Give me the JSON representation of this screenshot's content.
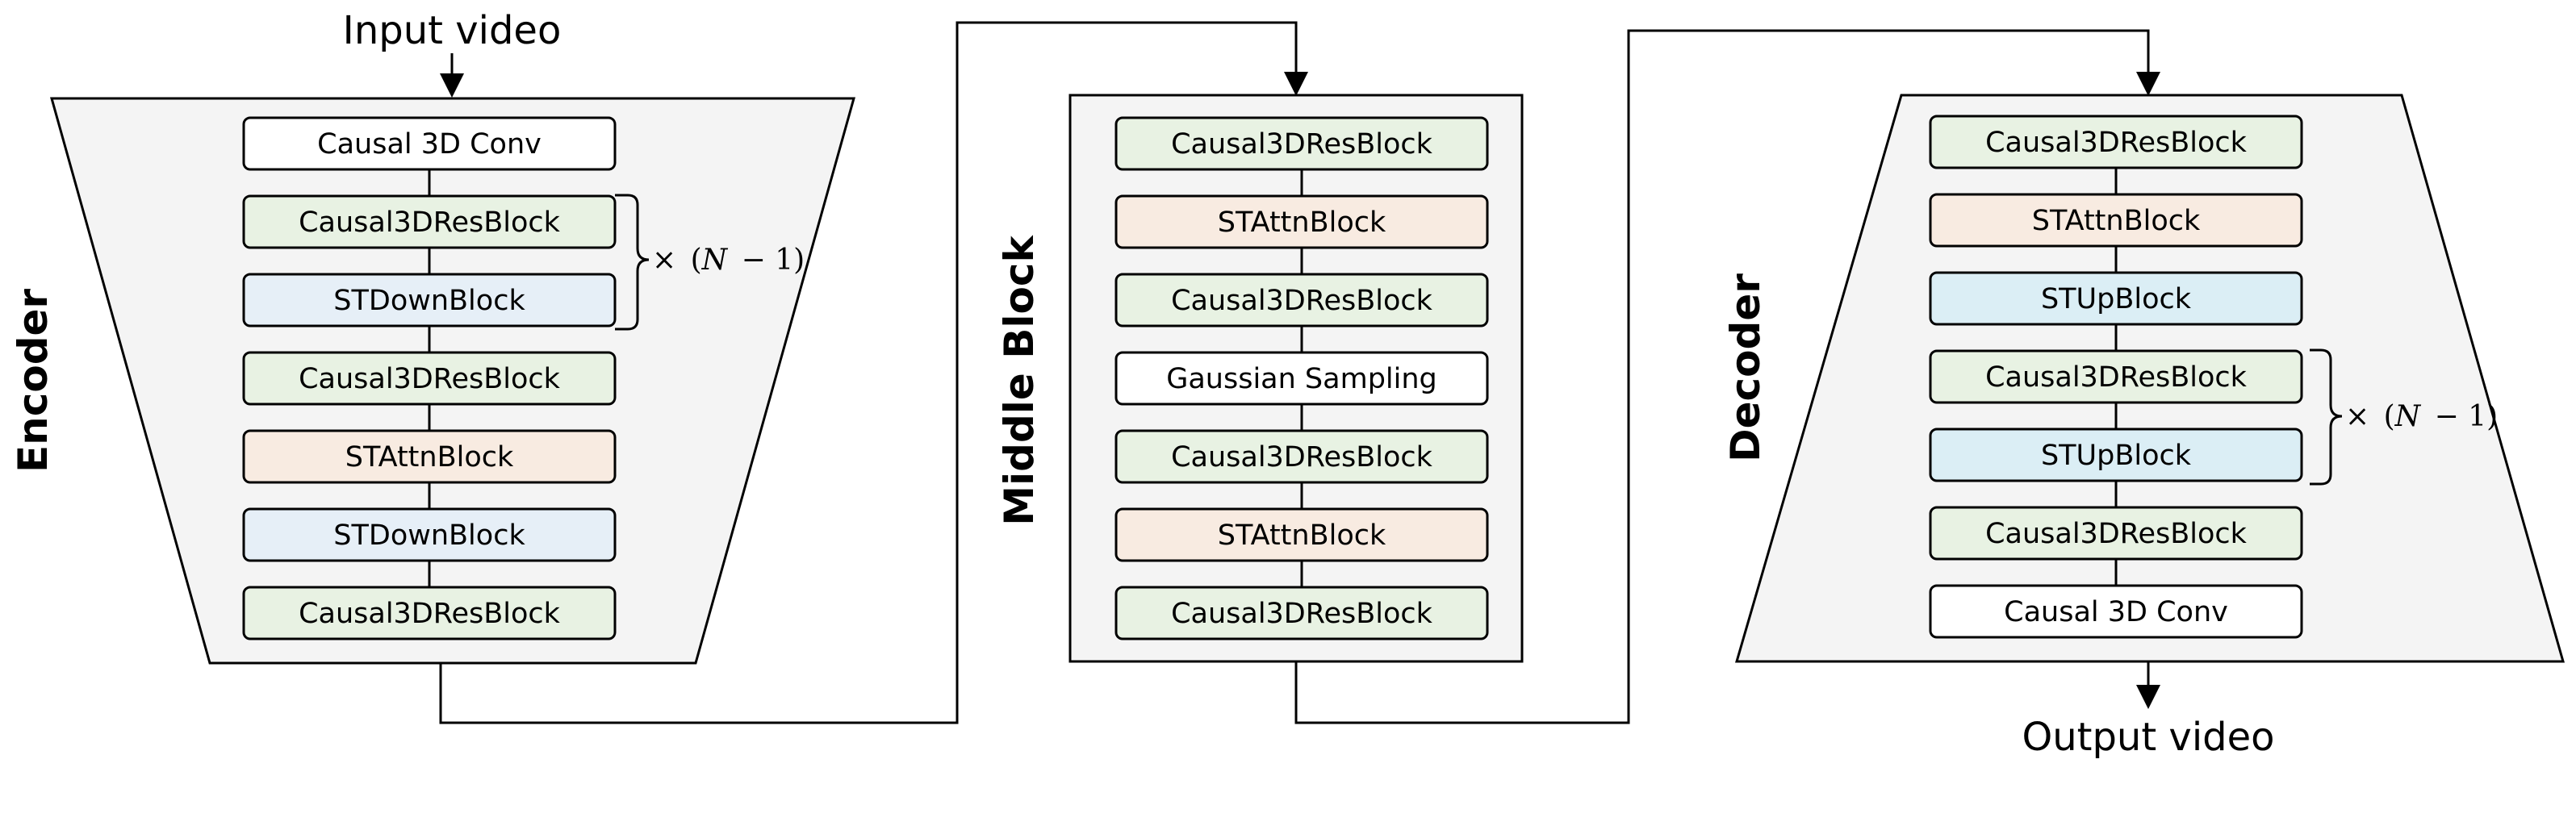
{
  "input_label": "Input video",
  "output_label": "Output video",
  "colors": {
    "panel_fill": "#f4f4f4",
    "res_block": "#e8f2e3",
    "attn_block": "#f8ebe1",
    "down_block": "#e6eff7",
    "up_block": "#dbeef5",
    "plain_block": "#ffffff",
    "stroke": "#000000"
  },
  "encoder": {
    "label": "Encoder",
    "blocks": [
      {
        "label": "Causal 3D Conv",
        "kind": "plain"
      },
      {
        "label": "Causal3DResBlock",
        "kind": "res"
      },
      {
        "label": "STDownBlock",
        "kind": "down"
      },
      {
        "label": "Causal3DResBlock",
        "kind": "res"
      },
      {
        "label": "STAttnBlock",
        "kind": "attn"
      },
      {
        "label": "STDownBlock",
        "kind": "down"
      },
      {
        "label": "Causal3DResBlock",
        "kind": "res"
      }
    ],
    "repeat": {
      "times": "×",
      "open": "(",
      "var": "N",
      "minus": "− 1)"
    }
  },
  "middle": {
    "label": "Middle Block",
    "blocks": [
      {
        "label": "Causal3DResBlock",
        "kind": "res"
      },
      {
        "label": "STAttnBlock",
        "kind": "attn"
      },
      {
        "label": "Causal3DResBlock",
        "kind": "res"
      },
      {
        "label": "Gaussian Sampling",
        "kind": "plain"
      },
      {
        "label": "Causal3DResBlock",
        "kind": "res"
      },
      {
        "label": "STAttnBlock",
        "kind": "attn"
      },
      {
        "label": "Causal3DResBlock",
        "kind": "res"
      }
    ]
  },
  "decoder": {
    "label": "Decoder",
    "blocks": [
      {
        "label": "Causal3DResBlock",
        "kind": "res"
      },
      {
        "label": "STAttnBlock",
        "kind": "attn"
      },
      {
        "label": "STUpBlock",
        "kind": "up"
      },
      {
        "label": "Causal3DResBlock",
        "kind": "res"
      },
      {
        "label": "STUpBlock",
        "kind": "up"
      },
      {
        "label": "Causal3DResBlock",
        "kind": "res"
      },
      {
        "label": "Causal 3D Conv",
        "kind": "plain"
      }
    ],
    "repeat": {
      "times": "×",
      "open": "(",
      "var": "N",
      "minus": "− 1)"
    }
  }
}
